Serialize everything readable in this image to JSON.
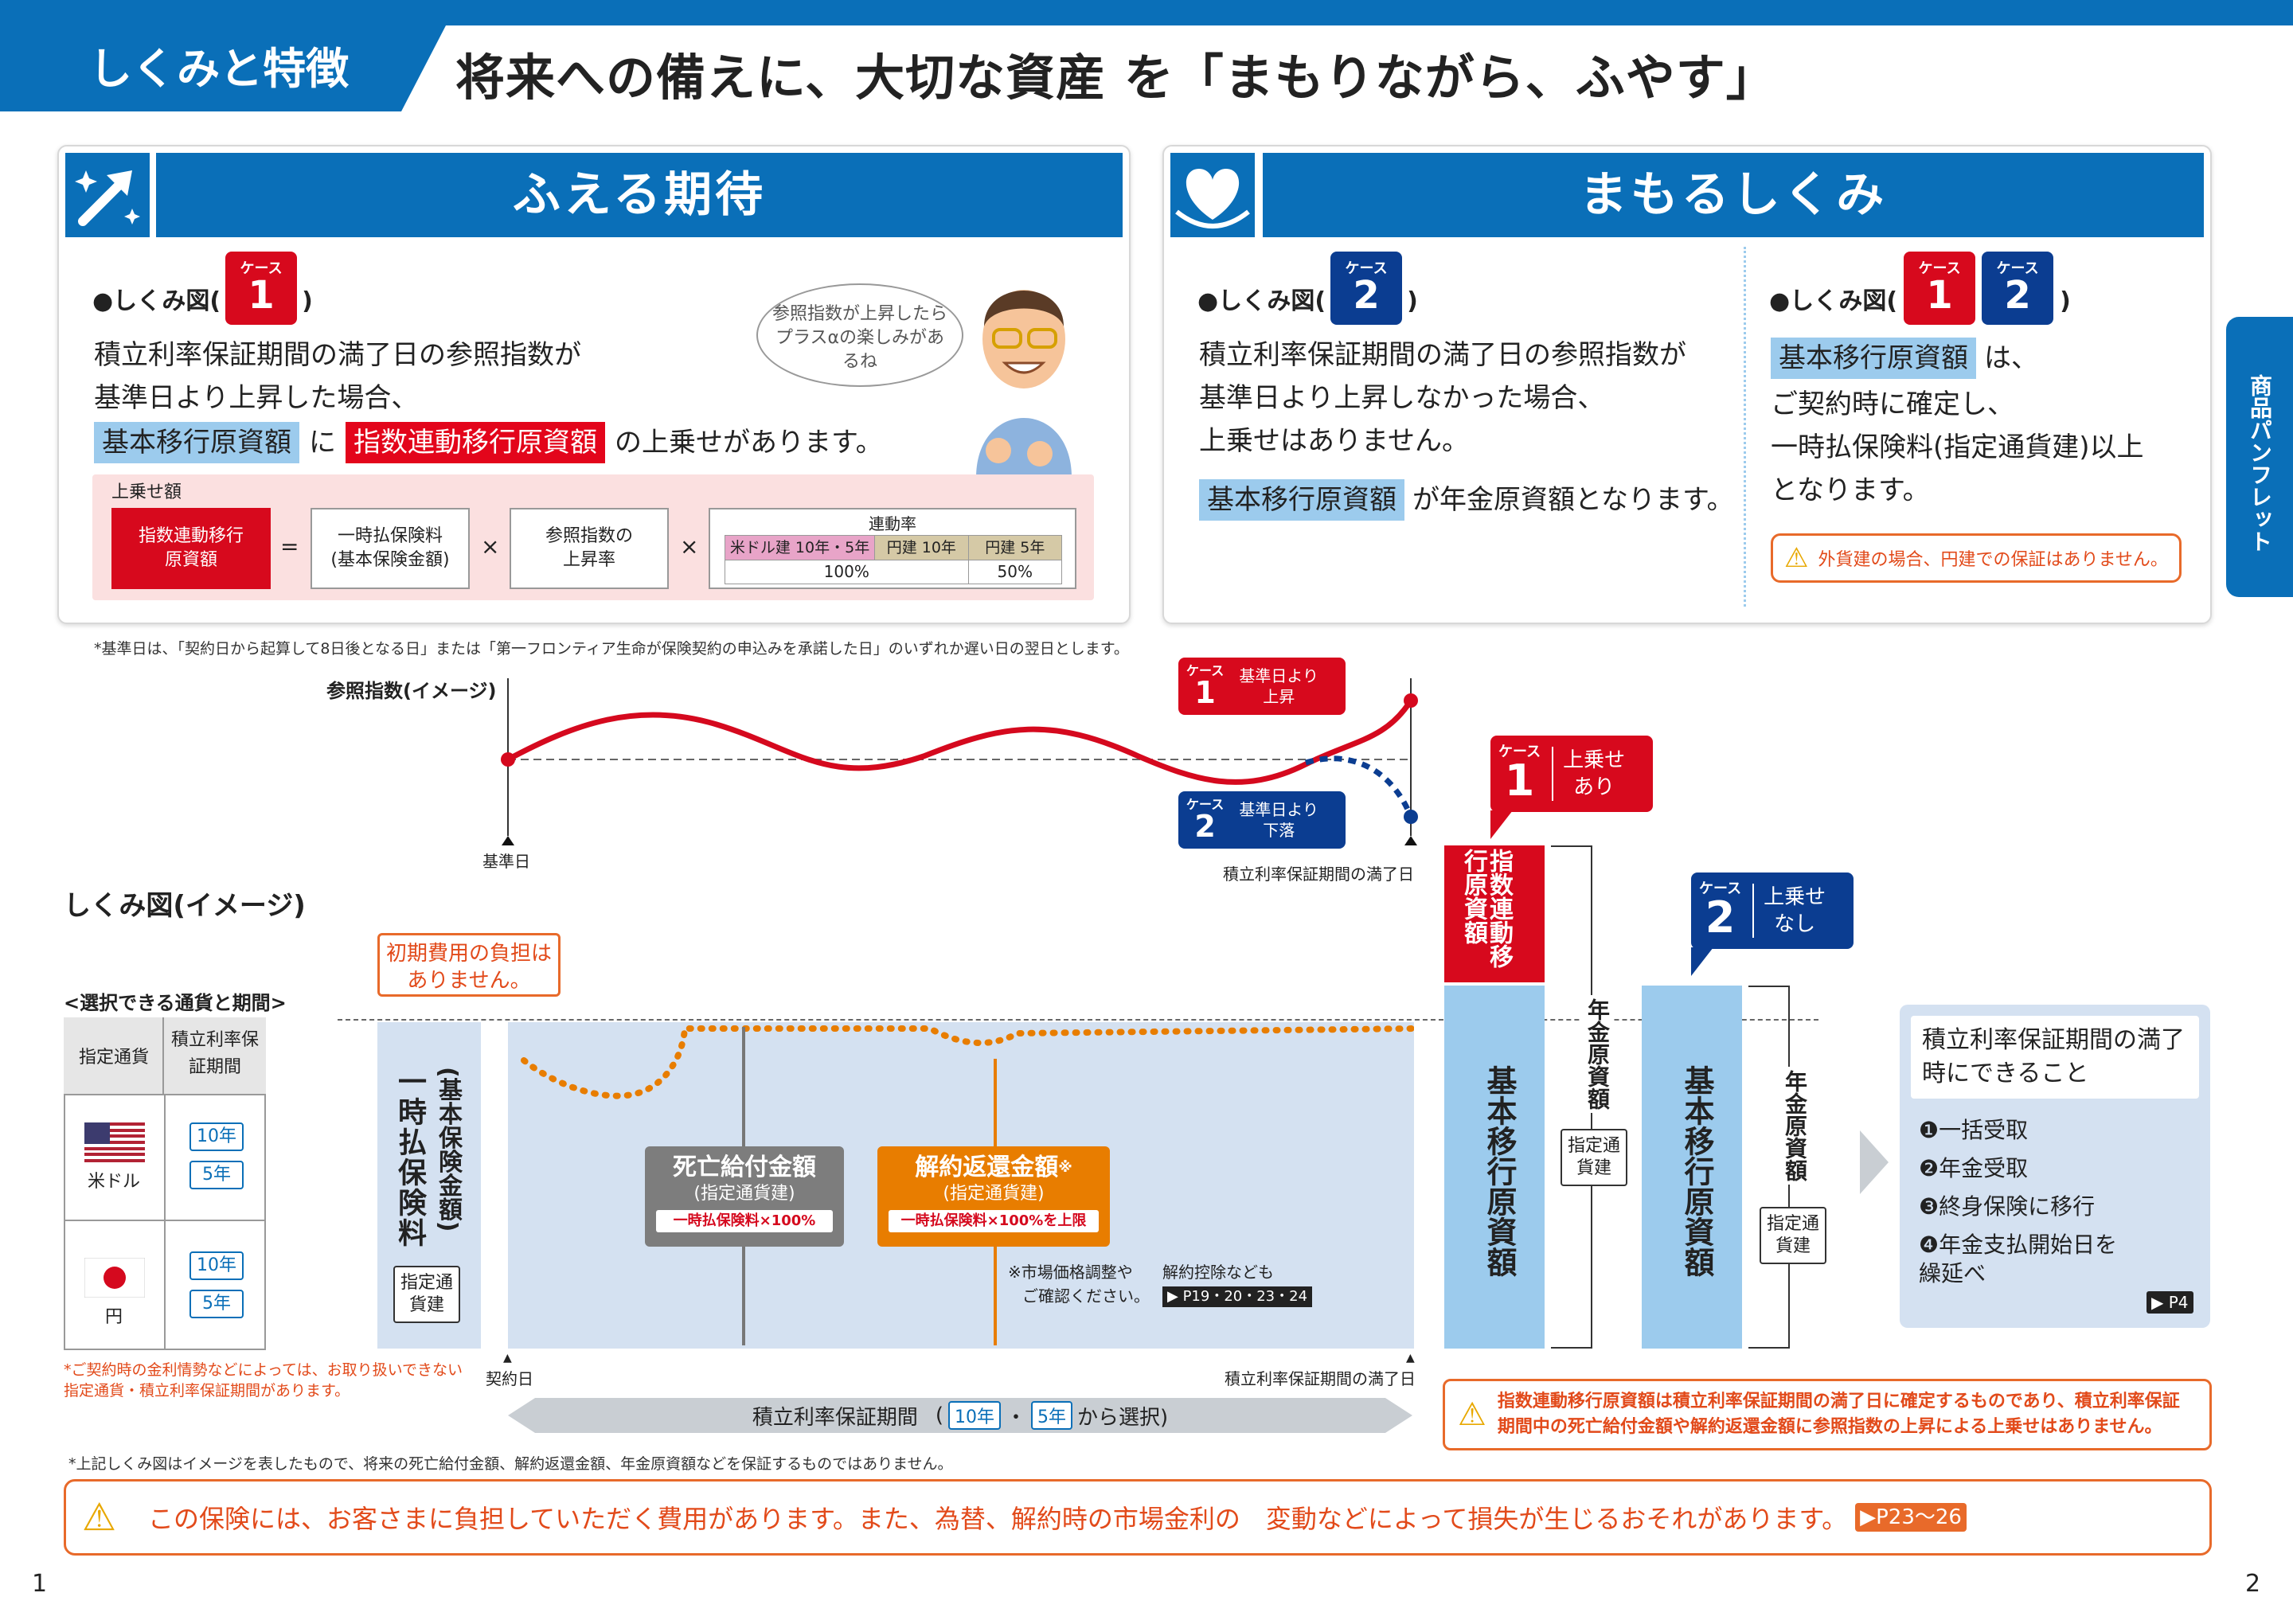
{
  "header": {
    "tab": "しくみと特徴",
    "title": "将来への備えに、大切な資産 を「まもりながら、ふやす」"
  },
  "side_tab": "商品パンフレット",
  "left_panel": {
    "title": "ふえる期待",
    "diagram_label": "●しくみ図(",
    "case_label": "ケース",
    "case_num": "1",
    "paren_close": ")",
    "line1": "積立利率保証期間の満了日の参照指数が",
    "line2": "基準日より上昇した場合、",
    "hl1": "基本移行原資額",
    "ni": "に",
    "hl2": "指数連動移行原資額",
    "line3_tail": "の上乗せがあります。",
    "bubble": "参照指数が上昇したらプラスαの楽しみがあるね",
    "formula": {
      "label": "上乗せ額",
      "result": "指数連動移行原資額",
      "eq": "=",
      "term1": "一時払保険料(基本保険金額)",
      "times": "×",
      "term2": "参照指数の上昇率",
      "rate_title": "連動率",
      "rate_cols": [
        "米ドル建 10年・5年",
        "円建 10年",
        "円建 5年"
      ],
      "rate_vals": [
        "100%",
        "50%"
      ]
    }
  },
  "right_panel": {
    "title": "まもるしくみ",
    "a": {
      "diagram_label": "●しくみ図(",
      "case_label": "ケース",
      "case_num": "2",
      "paren_close": ")",
      "line1": "積立利率保証期間の満了日の参照指数が",
      "line2": "基準日より上昇しなかった場合、",
      "line3": "上乗せはありません。",
      "hl": "基本移行原資額",
      "line4_tail": "が年金原資額となります。"
    },
    "b": {
      "diagram_label": "●しくみ図(",
      "case1": "1",
      "case2": "2",
      "case_label": "ケース",
      "paren_close": ")",
      "hl": "基本移行原資額",
      "ha": "は、",
      "line2": "ご契約時に確定し、",
      "line3": "一時払保険料(指定通貨建)以上",
      "line4": "となります。",
      "warning": "外貨建の場合、円建での保証はありません。"
    }
  },
  "note_kijun": "*基準日は、「契約日から起算して8日後となる日」または「第一フロンティア生命が保険契約の申込みを承諾した日」のいずれか遅い日の翌日とします。",
  "index_chart": {
    "ylabel": "参照指数(イメージ)",
    "start_label": "基準日",
    "end_label": "積立利率保証期間の満了日",
    "case1_num": "1",
    "case1_text": "基準日より上昇",
    "case2_num": "2",
    "case2_text": "基準日より下落",
    "case_label": "ケース"
  },
  "shikumi": {
    "title": "しくみ図(イメージ)",
    "no_fee": "初期費用の負担はありません。",
    "currency_title": "<選択できる通貨と期間>",
    "table_head": [
      "指定通貨",
      "積立利率保証期間"
    ],
    "usd": "米ドル",
    "jpy": "円",
    "term10": "10年",
    "term5": "5年",
    "premium_main": "一時払保険料",
    "premium_sub": "(基本保険金額)",
    "shitei": "指定通貨建",
    "death_title": "死亡給付金額",
    "death_sub": "(指定通貨建)",
    "death_note": "一時払保険料×100%",
    "surr_title": "解約返還金額",
    "surr_mark": "※",
    "surr_sub": "(指定通貨建)",
    "surr_note": "一時払保険料×100%を上限",
    "market_note1": "※市場価格調整や",
    "market_note2": "ご確認ください。",
    "deduct_note": "解約控除なども",
    "page_ref": "▶ P19・20・23・24",
    "contract_day": "契約日",
    "maturity_day": "積立利率保証期間の満了日",
    "period_label": "積立利率保証期間",
    "period_open": "(",
    "period_mid": "・",
    "period_close": "から選択)",
    "case1_num": "1",
    "case1_text1": "上乗せ",
    "case1_text2": "あり",
    "case2_num": "2",
    "case2_text1": "上乗せ",
    "case2_text2": "なし",
    "index_amount": "指数連動移行原資額",
    "base_amount": "基本移行原資額",
    "annuity": "年金原資額",
    "case_label": "ケース",
    "footnote_left": "*ご契約時の金利情勢などによっては、お取り扱いできない指定通貨・積立利率保証期間があります。",
    "warning_bottom": "指数連動移行原資額は積立利率保証期間の満了日に確定するものであり、積立利率保証期間中の死亡給付金額や解約返還金額に参照指数の上昇による上乗せはありません。"
  },
  "options": {
    "title": "積立利率保証期間の満了時にできること",
    "items": [
      "❶一括受取",
      "❷年金受取",
      "❸終身保険に移行",
      "❹年金支払開始日を繰延べ"
    ],
    "ref": "▶ P4"
  },
  "footnote": "*上記しくみ図はイメージを表したもので、将来の死亡給付金額、解約返還金額、年金原資額などを保証するものではありません。",
  "bottom_warning": "この保険には、お客さまに負担していただく費用があります。また、為替、解約時の市場金利の　変動などによって損失が生じるおそれがあります。",
  "bottom_ref": "▶P23〜26",
  "page_left": "1",
  "page_right": "2",
  "colors": {
    "blue": "#0a6fb8",
    "red": "#d5091e",
    "navy": "#0b3d91",
    "light_blue": "#9ccbed",
    "orange": "#e87d00"
  }
}
